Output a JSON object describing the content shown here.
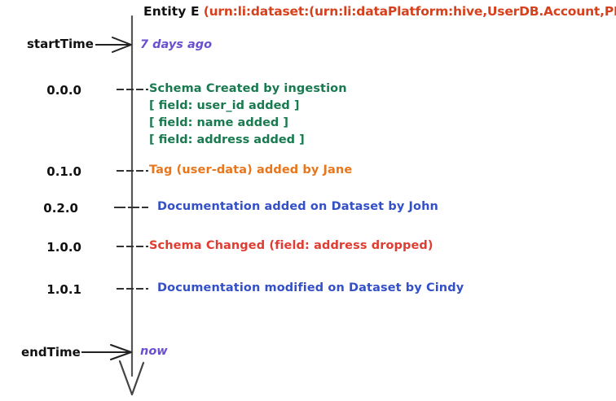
{
  "diagram": {
    "title": {
      "entity_prefix": "Entity E",
      "urn": "(urn:li:dataset:(urn:li:dataPlatform:hive,UserDB.Account,PROD)"
    },
    "axis": {
      "start_label": "startTime",
      "start_value": "7 days ago",
      "end_label": "endTime",
      "end_value": "now",
      "line_color": "#555555",
      "tick_color": "#333333"
    },
    "colors": {
      "schema_green": "#1a7a4f",
      "tag_orange": "#e8761c",
      "doc_blue": "#3450c8",
      "schema_change_red": "#e03c31",
      "edge_purple": "#6a4fd0",
      "urn_red": "#d6401c",
      "black": "#111111"
    },
    "events": [
      {
        "version": "0.0.0",
        "text": "Schema Created by ingestion",
        "color": "#1a7a4f",
        "sub_lines": [
          "[ field: user_id added ]",
          "[ field: name added ]",
          "[ field: address added ]"
        ]
      },
      {
        "version": "0.1.0",
        "text": "Tag (user-data) added by Jane",
        "color": "#e8761c",
        "sub_lines": []
      },
      {
        "version": "0.2.0",
        "text": "Documentation added on Dataset by John",
        "color": "#3450c8",
        "sub_lines": []
      },
      {
        "version": "1.0.0",
        "text": "Schema Changed (field: address dropped)",
        "color": "#e03c31",
        "sub_lines": []
      },
      {
        "version": "1.0.1",
        "text": "Documentation modified on Dataset by Cindy",
        "color": "#3450c8",
        "sub_lines": []
      }
    ]
  }
}
